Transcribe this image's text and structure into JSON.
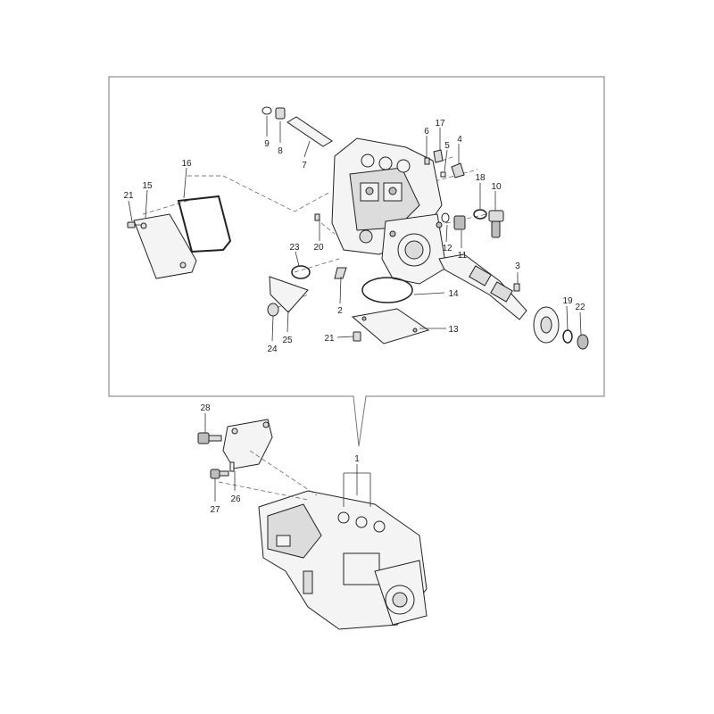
{
  "callouts": [
    {
      "id": "c1",
      "label": "1"
    },
    {
      "id": "c2",
      "label": "2"
    },
    {
      "id": "c3",
      "label": "3"
    },
    {
      "id": "c4",
      "label": "4"
    },
    {
      "id": "c5",
      "label": "5"
    },
    {
      "id": "c6",
      "label": "6"
    },
    {
      "id": "c7",
      "label": "7"
    },
    {
      "id": "c8",
      "label": "8"
    },
    {
      "id": "c9",
      "label": "9"
    },
    {
      "id": "c10",
      "label": "10"
    },
    {
      "id": "c11",
      "label": "11"
    },
    {
      "id": "c12",
      "label": "12"
    },
    {
      "id": "c13",
      "label": "13"
    },
    {
      "id": "c14",
      "label": "14"
    },
    {
      "id": "c15",
      "label": "15"
    },
    {
      "id": "c16",
      "label": "16"
    },
    {
      "id": "c17",
      "label": "17"
    },
    {
      "id": "c18",
      "label": "18"
    },
    {
      "id": "c19",
      "label": "19"
    },
    {
      "id": "c20",
      "label": "20"
    },
    {
      "id": "c21a",
      "label": "21"
    },
    {
      "id": "c21b",
      "label": "21"
    },
    {
      "id": "c22",
      "label": "22"
    },
    {
      "id": "c23",
      "label": "23"
    },
    {
      "id": "c24",
      "label": "24"
    },
    {
      "id": "c25",
      "label": "25"
    },
    {
      "id": "c26",
      "label": "26"
    },
    {
      "id": "c27",
      "label": "27"
    },
    {
      "id": "c28",
      "label": "28"
    }
  ]
}
